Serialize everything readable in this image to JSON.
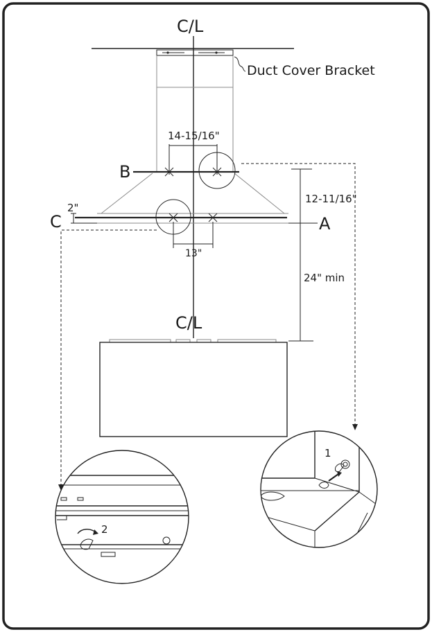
{
  "labels": {
    "centerline_top": "C/L",
    "centerline_bottom": "C/L",
    "duct_cover_bracket": "Duct Cover Bracket",
    "dim_width_top": "14-15/16\"",
    "point_b": "B",
    "point_c": "C",
    "dim_two_inch": "2\"",
    "dim_height_upper": "12-11/16\"",
    "point_a": "A",
    "dim_width_bottom": "13\"",
    "dim_min_height": "24\" min",
    "step_1": "1",
    "step_2": "2"
  }
}
